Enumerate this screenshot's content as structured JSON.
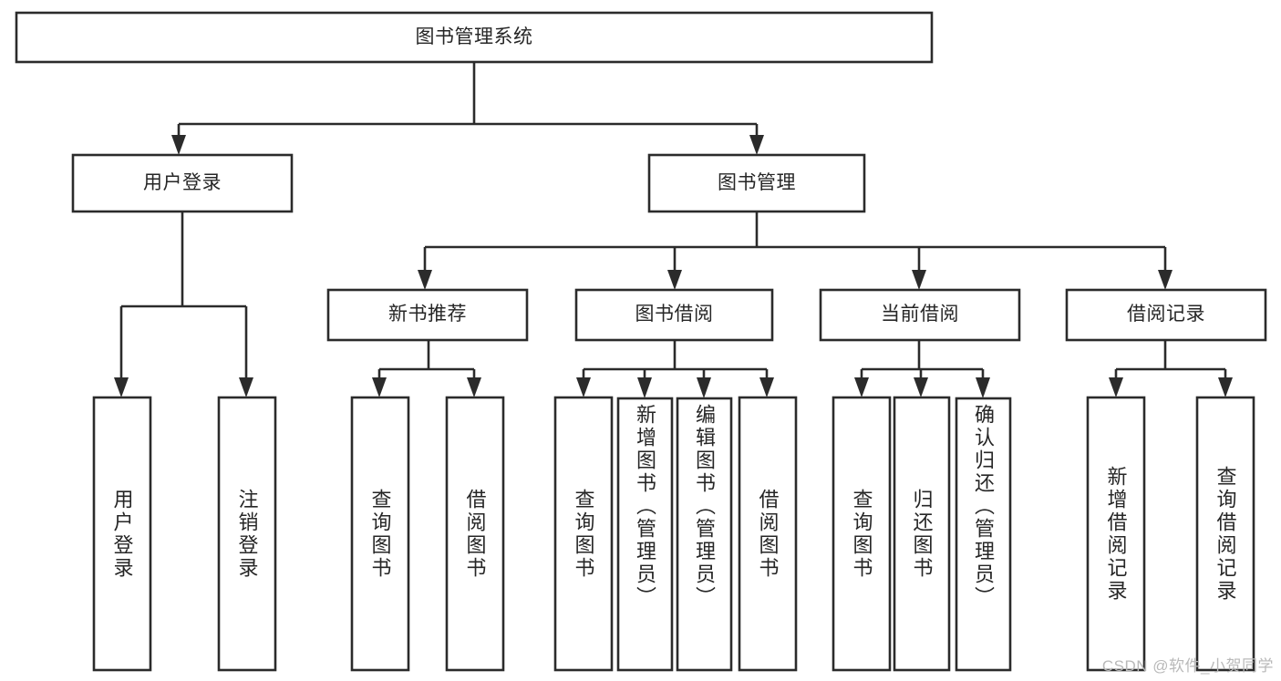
{
  "diagram": {
    "type": "tree-hierarchy",
    "title": "图书管理系统",
    "orientation": "top-down",
    "colors": {
      "stroke": "#2b2b2b",
      "fill": "#ffffff",
      "text": "#262626",
      "watermark": "#b9b9b9"
    },
    "root": {
      "id": "root",
      "label": "图书管理系统"
    },
    "level2": [
      {
        "id": "user-login",
        "label": "用户登录"
      },
      {
        "id": "book-manage",
        "label": "图书管理"
      }
    ],
    "level3": [
      {
        "id": "new-book-recommend",
        "label": "新书推荐"
      },
      {
        "id": "book-borrow",
        "label": "图书借阅"
      },
      {
        "id": "current-borrow",
        "label": "当前借阅"
      },
      {
        "id": "borrow-record",
        "label": "借阅记录"
      }
    ],
    "leaves": {
      "user_login": [
        {
          "id": "leaf-user-login",
          "label": "用户登录"
        },
        {
          "id": "leaf-logout-login",
          "label": "注销登录"
        }
      ],
      "new_book_recommend": [
        {
          "id": "leaf-query-book-1",
          "label": "查询图书"
        },
        {
          "id": "leaf-borrow-book-1",
          "label": "借阅图书"
        }
      ],
      "book_borrow": [
        {
          "id": "leaf-query-book-2",
          "label": "查询图书"
        },
        {
          "id": "leaf-add-book-admin",
          "label": "新增图书（管理员）"
        },
        {
          "id": "leaf-edit-book-admin",
          "label": "编辑图书（管理员）"
        },
        {
          "id": "leaf-borrow-book-2",
          "label": "借阅图书"
        }
      ],
      "current_borrow": [
        {
          "id": "leaf-query-book-3",
          "label": "查询图书"
        },
        {
          "id": "leaf-return-book",
          "label": "归还图书"
        },
        {
          "id": "leaf-confirm-return-admin",
          "label": "确认归还（管理员）"
        }
      ],
      "borrow_record": [
        {
          "id": "leaf-add-borrow-record",
          "label": "新增借阅记录"
        },
        {
          "id": "leaf-query-borrow-record",
          "label": "查询借阅记录"
        }
      ]
    }
  },
  "watermark": {
    "text": "CSDN @软件_小贺同学"
  }
}
